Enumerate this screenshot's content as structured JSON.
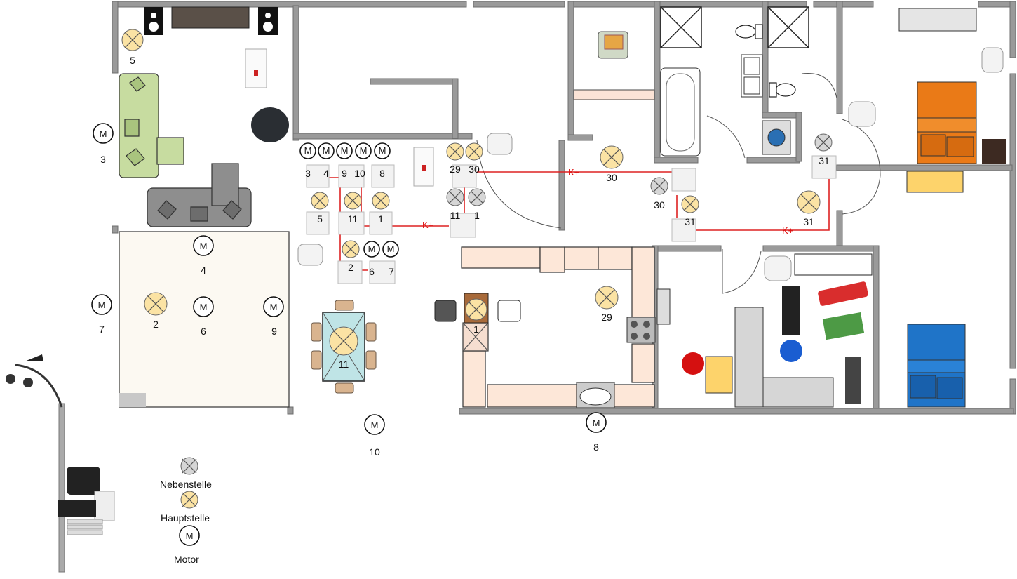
{
  "colors": {
    "wall": "#8a8a8a",
    "haupt": "#fbe3a4",
    "neben": "#d6d6d6",
    "wire": "#dd2222",
    "kitchen": "#fde7d8",
    "carpet": "#fcf9f2",
    "sofa_green": "#c7dca0",
    "sofa_grey": "#8e8e8e",
    "bed_orange": "#ea7a17",
    "bed_blue": "#1f74c8"
  },
  "wire_label": "K+",
  "legend": {
    "neben": "Nebenstelle",
    "haupt": "Hauptstelle",
    "motor": "Motor",
    "motor_letter": "M"
  },
  "motors": [
    {
      "id": "m3",
      "label": "3"
    },
    {
      "id": "m4",
      "label": "4"
    },
    {
      "id": "m6",
      "label": "6"
    },
    {
      "id": "m7",
      "label": "7"
    },
    {
      "id": "m9",
      "label": "9"
    },
    {
      "id": "m10",
      "label": "10"
    },
    {
      "id": "m8",
      "label": "8"
    }
  ],
  "switch_motor_labels": [
    "3",
    "4",
    "9",
    "10",
    "8",
    "6",
    "7"
  ],
  "lights": [
    {
      "id": "l5",
      "label": "5",
      "type": "haupt"
    },
    {
      "id": "l2",
      "label": "2",
      "type": "haupt"
    },
    {
      "id": "l11",
      "label": "11",
      "type": "haupt"
    },
    {
      "id": "l1",
      "label": "1",
      "type": "haupt"
    },
    {
      "id": "l30",
      "label": "30",
      "type": "haupt"
    },
    {
      "id": "l29",
      "label": "29",
      "type": "haupt"
    },
    {
      "id": "l31",
      "label": "31",
      "type": "haupt"
    }
  ],
  "switch_lights": [
    {
      "label": "5",
      "type": "haupt"
    },
    {
      "label": "11",
      "type": "haupt"
    },
    {
      "label": "1",
      "type": "haupt"
    },
    {
      "label": "2",
      "type": "haupt"
    },
    {
      "label": "29",
      "type": "haupt"
    },
    {
      "label": "30",
      "type": "haupt"
    },
    {
      "label": "11",
      "type": "neben"
    },
    {
      "label": "1",
      "type": "neben"
    },
    {
      "label": "30",
      "type": "neben"
    },
    {
      "label": "31",
      "type": "haupt"
    },
    {
      "label": "31",
      "type": "neben"
    }
  ]
}
